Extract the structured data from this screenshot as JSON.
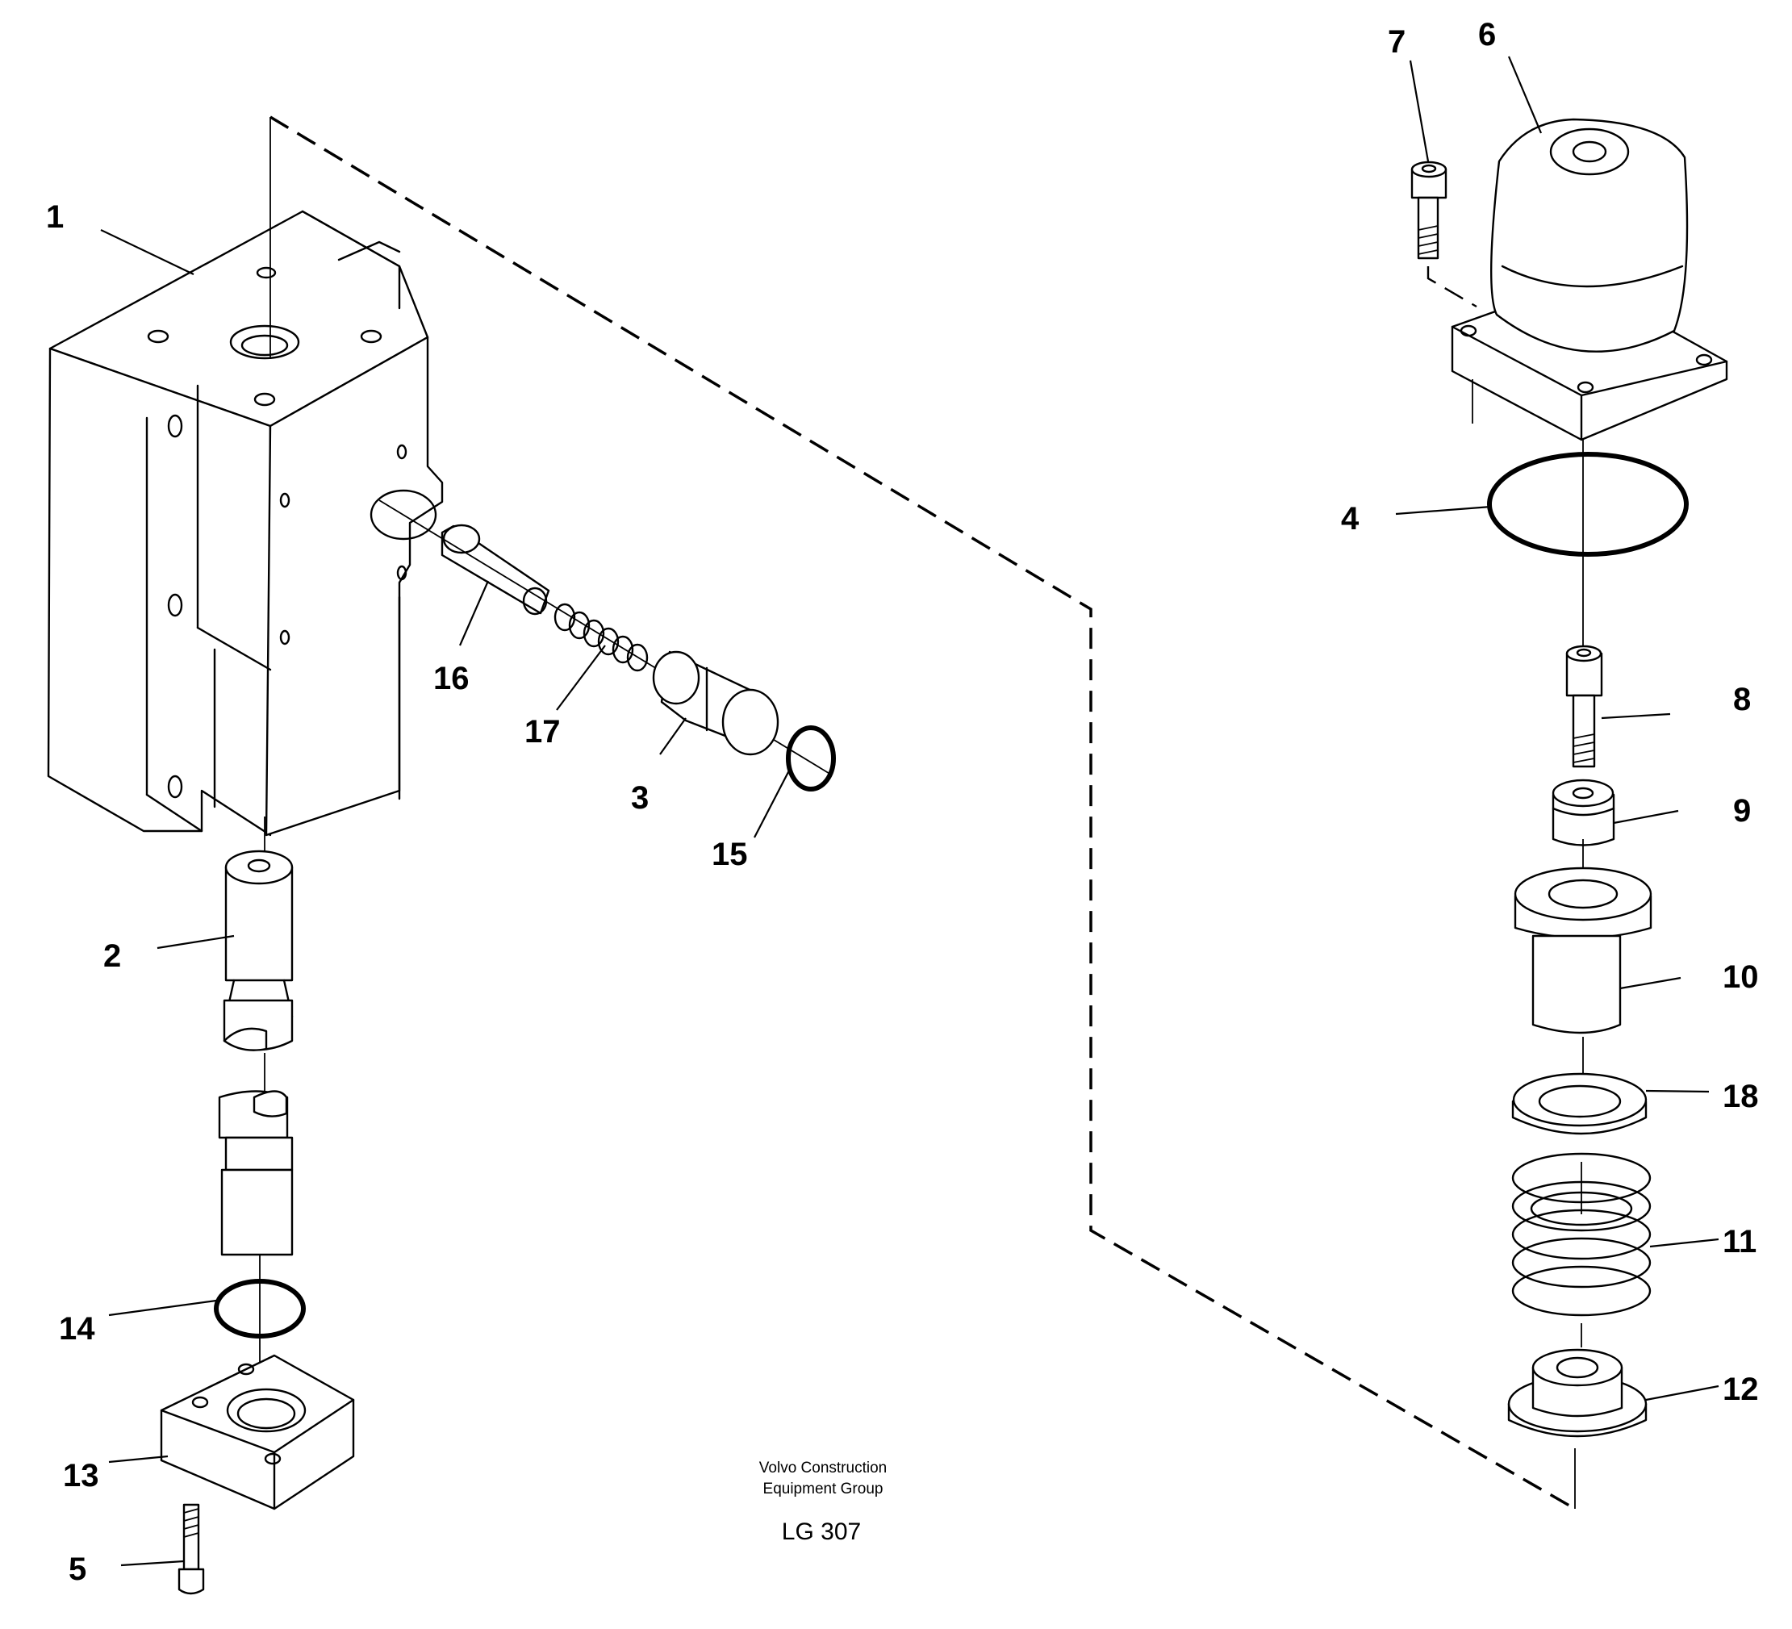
{
  "footer": {
    "company_line1": "Volvo Construction",
    "company_line2": "Equipment Group",
    "drawing_ref": "LG 307"
  },
  "callouts": [
    {
      "id": "1",
      "label": "1"
    },
    {
      "id": "2",
      "label": "2"
    },
    {
      "id": "3",
      "label": "3"
    },
    {
      "id": "4",
      "label": "4"
    },
    {
      "id": "5",
      "label": "5"
    },
    {
      "id": "6",
      "label": "6"
    },
    {
      "id": "7",
      "label": "7"
    },
    {
      "id": "8",
      "label": "8"
    },
    {
      "id": "9",
      "label": "9"
    },
    {
      "id": "10",
      "label": "10"
    },
    {
      "id": "11",
      "label": "11"
    },
    {
      "id": "12",
      "label": "12"
    },
    {
      "id": "13",
      "label": "13"
    },
    {
      "id": "14",
      "label": "14"
    },
    {
      "id": "15",
      "label": "15"
    },
    {
      "id": "16",
      "label": "16"
    },
    {
      "id": "17",
      "label": "17"
    },
    {
      "id": "18",
      "label": "18"
    }
  ]
}
